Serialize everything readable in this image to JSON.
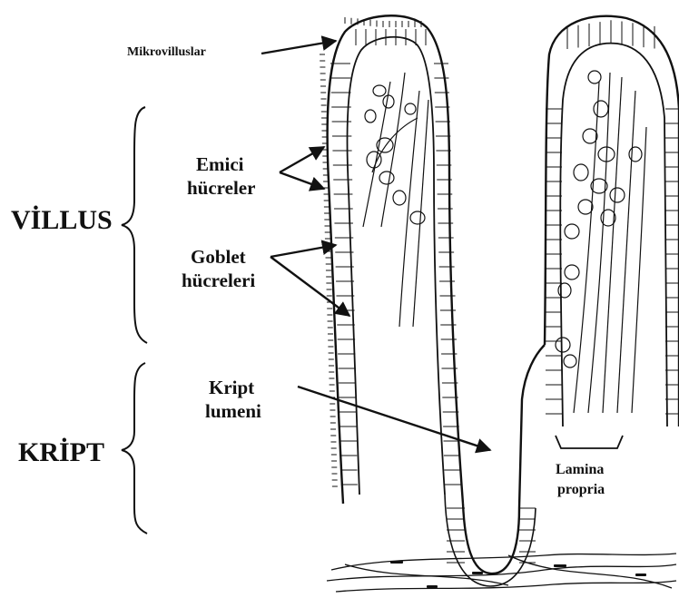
{
  "labels": {
    "microvilli": "Mikrovilluslar",
    "absorptive_line1": "Emici",
    "absorptive_line2": "hücreler",
    "villus": "VİLLUS",
    "goblet_line1": "Goblet",
    "goblet_line2": "hücreleri",
    "crypt_lumen_line1": "Kript",
    "crypt_lumen_line2": "lumeni",
    "crypt": "KRİPT",
    "lamina_line1": "Lamina",
    "lamina_line2": "propria"
  },
  "colors": {
    "ink": "#111111",
    "background": "#ffffff"
  }
}
